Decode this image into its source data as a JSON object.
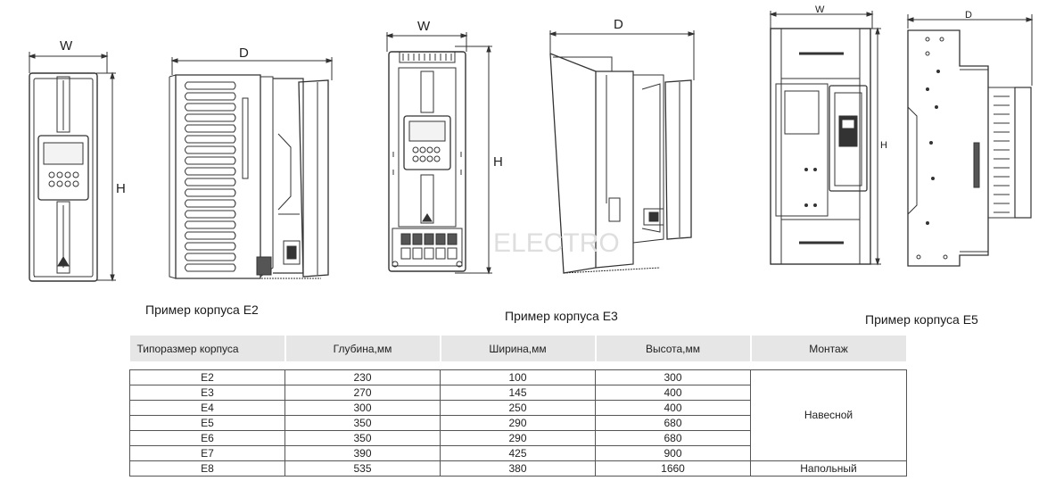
{
  "drawings": {
    "e2": {
      "w": "W",
      "d": "D",
      "h": "H",
      "caption": "Пример корпуса E2"
    },
    "e3": {
      "w": "W",
      "d": "D",
      "h": "H",
      "caption": "Пример корпуса E3"
    },
    "e5": {
      "w": "W",
      "d": "D",
      "h": "H",
      "caption": "Пример корпуса E5"
    },
    "watermark": "ELECTRO"
  },
  "table": {
    "headers": [
      "Типоразмер корпуса",
      "Глубина,мм",
      "Ширина,мм",
      "Высота,мм",
      "Монтаж"
    ],
    "rows": [
      [
        "E2",
        "230",
        "100",
        "300"
      ],
      [
        "E3",
        "270",
        "145",
        "400"
      ],
      [
        "E4",
        "300",
        "250",
        "400"
      ],
      [
        "E5",
        "350",
        "290",
        "680"
      ],
      [
        "E6",
        "350",
        "290",
        "680"
      ],
      [
        "E7",
        "390",
        "425",
        "900"
      ],
      [
        "E8",
        "535",
        "380",
        "1660"
      ]
    ],
    "mount_wall": "Навесной",
    "mount_floor": "Напольный"
  }
}
